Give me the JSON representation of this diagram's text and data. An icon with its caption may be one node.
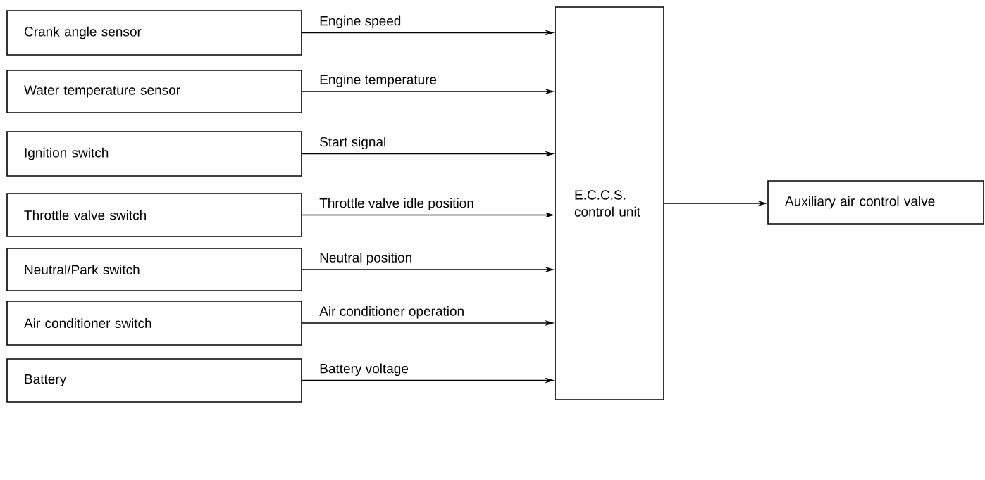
{
  "diagram": {
    "nodes": [
      {
        "text": [
          "Crank angle sensor"
        ]
      },
      {
        "text": [
          "Water temperature sensor"
        ]
      },
      {
        "text": [
          "Ignition switch"
        ]
      },
      {
        "text": [
          "Throttle valve switch"
        ]
      },
      {
        "text": [
          "Neutral/Park switch"
        ]
      },
      {
        "text": [
          "Air conditioner switch"
        ]
      },
      {
        "text": [
          "Battery"
        ]
      },
      {
        "text": [
          "E.C.C.S. control unit"
        ]
      },
      {
        "text": [
          "Auxiliary air control valve"
        ]
      }
    ],
    "edges": [
      {
        "from": 0,
        "to": 7,
        "arrow": "to",
        "label": "Engine speed"
      },
      {
        "from": 1,
        "to": 7,
        "arrow": "to",
        "label": "Engine temperature"
      },
      {
        "from": 2,
        "to": 7,
        "arrow": "to",
        "label": "Start signal"
      },
      {
        "from": 3,
        "to": 7,
        "arrow": "to",
        "label": "Throttle valve idle position"
      },
      {
        "from": 4,
        "to": 7,
        "arrow": "to",
        "label": "Neutral position"
      },
      {
        "from": 5,
        "to": 7,
        "arrow": "to",
        "label": "Air conditioner operation"
      },
      {
        "from": 6,
        "to": 7,
        "arrow": "to",
        "label": "Battery voltage"
      },
      {
        "from": 7,
        "to": 8,
        "arrow": "to"
      }
    ]
  }
}
